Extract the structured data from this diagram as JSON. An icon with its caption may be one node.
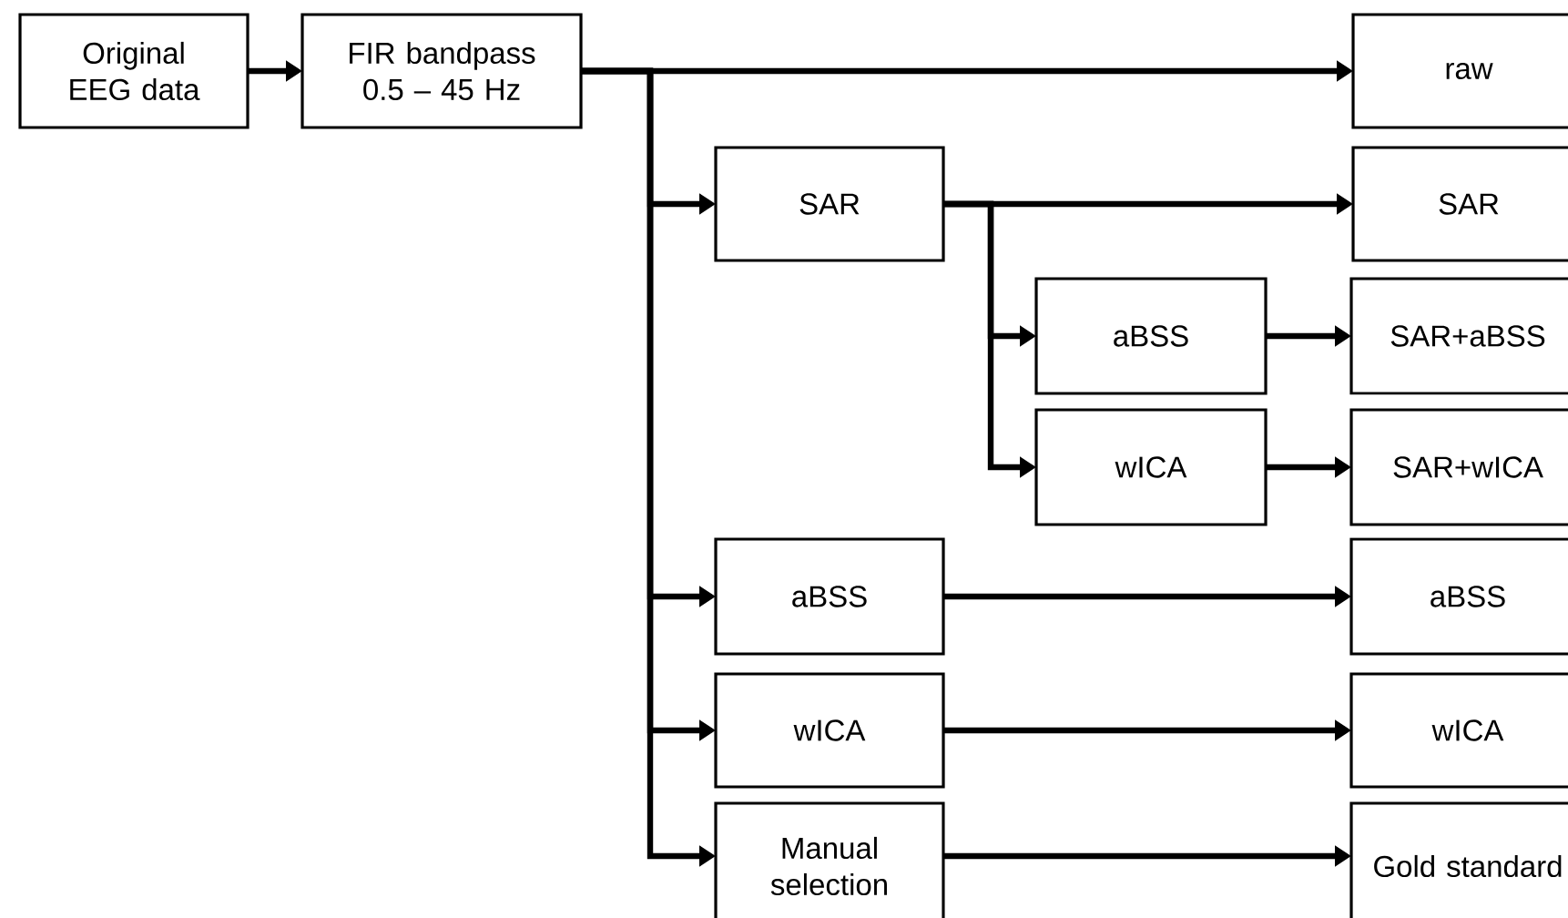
{
  "diagram": {
    "nodes": [
      {
        "text": [
          "Original EEG data"
        ]
      },
      {
        "text": [
          "FIR bandpass 0.5 – 45 Hz"
        ]
      },
      {
        "text": [
          "raw"
        ]
      },
      {
        "text": [
          "SAR"
        ]
      },
      {
        "text": [
          "SAR"
        ]
      },
      {
        "text": [
          "aBSS"
        ]
      },
      {
        "text": [
          "SAR+aBSS"
        ]
      },
      {
        "text": [
          "wICA"
        ]
      },
      {
        "text": [
          "SAR+wICA"
        ]
      },
      {
        "text": [
          "aBSS"
        ]
      },
      {
        "text": [
          "aBSS"
        ]
      },
      {
        "text": [
          "wICA"
        ]
      },
      {
        "text": [
          "wICA"
        ]
      },
      {
        "text": [
          "Manual selection"
        ]
      },
      {
        "text": [
          "Gold standard"
        ]
      }
    ],
    "edges": [
      {
        "from": 0,
        "to": 1,
        "arrow": "to"
      },
      {
        "from": 1,
        "to": 2,
        "arrow": "to"
      },
      {
        "from": 1,
        "to": 3,
        "arrow": "to"
      },
      {
        "from": 3,
        "to": 4,
        "arrow": "to"
      },
      {
        "from": 3,
        "to": 5,
        "arrow": "to"
      },
      {
        "from": 3,
        "to": 7,
        "arrow": "to"
      },
      {
        "from": 5,
        "to": 6,
        "arrow": "to"
      },
      {
        "from": 7,
        "to": 8,
        "arrow": "to"
      },
      {
        "from": 1,
        "to": 9,
        "arrow": "to"
      },
      {
        "from": 9,
        "to": 10,
        "arrow": "to"
      },
      {
        "from": 1,
        "to": 11,
        "arrow": "to"
      },
      {
        "from": 11,
        "to": 12,
        "arrow": "to"
      },
      {
        "from": 1,
        "to": 13,
        "arrow": "to"
      },
      {
        "from": 13,
        "to": 14,
        "arrow": "to"
      }
    ]
  }
}
